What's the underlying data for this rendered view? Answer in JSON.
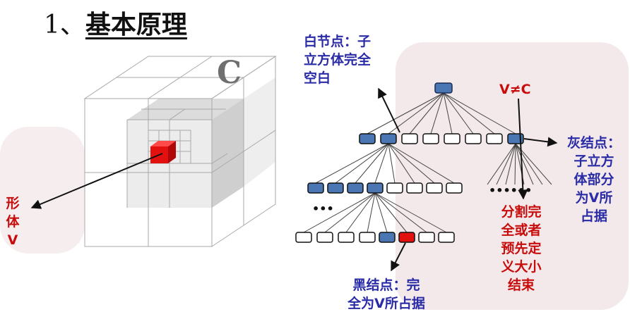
{
  "title": {
    "number": "1、",
    "text": "基本原理"
  },
  "cube": {
    "label": "C"
  },
  "labels": {
    "shape": [
      "形",
      "体",
      "V"
    ],
    "white_node": [
      "白节点：子",
      "立方体完全",
      "空白"
    ],
    "v_neq_c": "V≠C",
    "gray_node": [
      "灰结点：",
      "子立方",
      "体部分",
      "为V所",
      "占据"
    ],
    "split": [
      "分割完",
      "全或者",
      "预先定",
      "义大小",
      "结束"
    ],
    "black_node": [
      "黑结点：完",
      "全为V所占据"
    ]
  },
  "ellipses": [
    "•••",
    "•••",
    "••••••"
  ],
  "colors": {
    "white_node": "#ffffff",
    "gray_node": "#4a76b3",
    "black_node": "#e31010",
    "label_blue": "#2a2ba6",
    "label_red": "#c80c0c"
  }
}
